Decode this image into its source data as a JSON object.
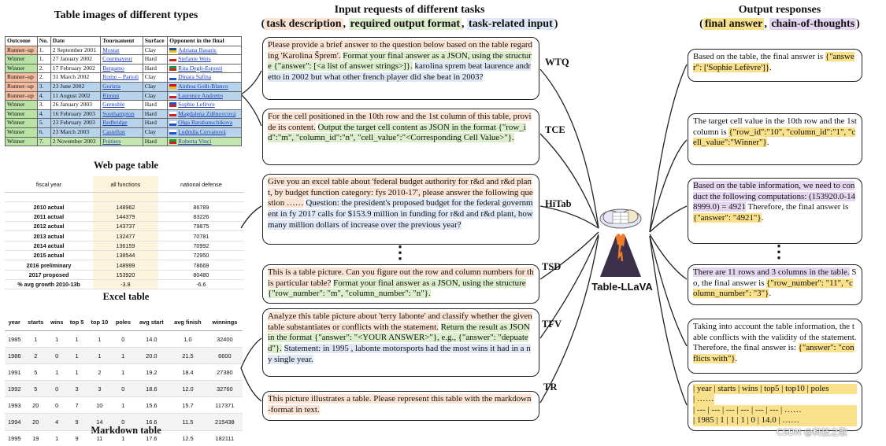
{
  "titles": {
    "left": "Table images of different types",
    "middle_line1": "Input requests of different tasks",
    "middle_line2_open": "(",
    "middle_task_desc": "task description",
    "middle_comma1": ", ",
    "middle_req_fmt": "required output format",
    "middle_comma2": ", ",
    "middle_task_input": "task-related input",
    "middle_close": ")",
    "right_line1": "Output responses",
    "right_open": "(",
    "right_final": "final answer",
    "right_comma": ", ",
    "right_cot": "chain-of-thoughts",
    "right_close": ")"
  },
  "captions": {
    "web": "Web page table",
    "excel": "Excel table",
    "markdown": "Markdown table"
  },
  "web_table": {
    "headers": [
      "Outcome",
      "No.",
      "Date",
      "Tournament",
      "Surface",
      "Opponent in the final"
    ],
    "rows": [
      [
        "Runner–up",
        "1.",
        "2 September 2001",
        "Mostar",
        "Clay",
        "Adriana Basaric"
      ],
      [
        "Winner",
        "1.",
        "27 January 2002",
        "Courmayeur",
        "Hard",
        "Stefanie Weis"
      ],
      [
        "Winner",
        "2.",
        "17 February 2002",
        "Bergamo",
        "Hard",
        "Rita Degli-Esposti"
      ],
      [
        "Runner–up",
        "2.",
        "31 March 2002",
        "Rome – Parioli",
        "Clay",
        "Dinara Safina"
      ],
      [
        "Runner–up",
        "3.",
        "23 June 2002",
        "Gorizia",
        "Clay",
        "Ainhoa Goñi-Blanco"
      ],
      [
        "Runner–up",
        "4.",
        "11 August 2002",
        "Rimini",
        "Clay",
        "Laurence Andretto"
      ],
      [
        "Winner",
        "3.",
        "26 January 2003",
        "Grenoble",
        "Hard",
        "Sophie Lefèvre"
      ],
      [
        "Winner",
        "4.",
        "16 February 2003",
        "Southampton",
        "Hard",
        "Magdalena Zděnovcová"
      ],
      [
        "Winner",
        "5.",
        "23 February 2003",
        "Redbridge",
        "Hard",
        "Olga Barabanschikova"
      ],
      [
        "Winner",
        "6.",
        "23 March 2003",
        "Castellon",
        "Clay",
        "Ludmila Cervanová"
      ],
      [
        "Winner",
        "7.",
        "2 November 2003",
        "Poitiers",
        "Hard",
        "Roberta Vinci"
      ]
    ]
  },
  "excel_table": {
    "headers": [
      "fiscal year",
      "all functions",
      "national defense"
    ],
    "rows": [
      [
        "",
        "",
        ""
      ],
      [
        "2010 actual",
        "148962",
        "86789"
      ],
      [
        "2011 actual",
        "144379",
        "83226"
      ],
      [
        "2012 actual",
        "143737",
        "79875"
      ],
      [
        "2013 actual",
        "132477",
        "70781"
      ],
      [
        "2014 actual",
        "136159",
        "70992"
      ],
      [
        "2015 actual",
        "138544",
        "72950"
      ],
      [
        "2016 preliminary",
        "148999",
        "78669"
      ],
      [
        "2017 proposed",
        "153920",
        "80480"
      ],
      [
        "% avg growth 2010-13b",
        "-3.8",
        "-6.6"
      ]
    ]
  },
  "markdown_table": {
    "headers": [
      "year",
      "starts",
      "wins",
      "top 5",
      "top 10",
      "poles",
      "avg start",
      "avg finish",
      "winnings"
    ],
    "rows": [
      [
        "1985",
        "1",
        "1",
        "1",
        "1",
        "0",
        "14.0",
        "1.0",
        "32400"
      ],
      [
        "1986",
        "2",
        "0",
        "1",
        "1",
        "1",
        "20.0",
        "21.5",
        "6600"
      ],
      [
        "1991",
        "5",
        "1",
        "1",
        "2",
        "1",
        "19.2",
        "18.4",
        "27380"
      ],
      [
        "1992",
        "5",
        "0",
        "3",
        "3",
        "0",
        "18.6",
        "12.0",
        "32760"
      ],
      [
        "1993",
        "20",
        "0",
        "7",
        "10",
        "1",
        "15.6",
        "15.7",
        "117371"
      ],
      [
        "1994",
        "20",
        "4",
        "9",
        "14",
        "0",
        "16.6",
        "11.5",
        "215438"
      ],
      [
        "1995",
        "19",
        "1",
        "9",
        "11",
        "1",
        "17.6",
        "12.5",
        "182111"
      ]
    ]
  },
  "requests": {
    "wtq": {
      "label": "WTQ",
      "desc": "Please provide a brief answer to the question below based on the table regarding 'Karolina Šprem'.",
      "fmt": "Format your final answer as a JSON, using the structure {\"answer\": [<a list of answer strings>]}.",
      "inp": "karolina sprem beat laurence andretto in 2002 but what other french player did she beat in 2003?"
    },
    "tce": {
      "label": "TCE",
      "desc": "For the cell positioned in the 10th row and the 1st column of this table, provide its content.",
      "fmt": "Output the target cell content as JSON in the format {\"row_id\":\"m\", \"column_id\":\"n\", \"cell_value\":\"<Corresponding Cell Value>\"}."
    },
    "hitab": {
      "label": "HiTab",
      "desc": "Give you an excel table about 'federal budget authority for r&d and r&d plant, by budget function category: fys 2010-17', please answer the following question ……",
      "inp": "Question: the president's proposed budget for the federal government in fy 2017 calls for $153.9 million in funding for r&d and r&d plant, how many million dollars of increase over the previous year?"
    },
    "tsd": {
      "label": "TSD",
      "desc": "This is a table picture. Can you figure out the row and column numbers for this particular table?",
      "fmt": "Format your final answer as a JSON, using the structure {\"row_number\": \"m\", \"column_number\": \"n\"}."
    },
    "tfv": {
      "label": "TFV",
      "desc": "Analyze this table picture about 'terry labonte' and classify whether the given table substantiates or conflicts with the statement.",
      "fmt": "Return the result as JSON in the format {\"answer\": \"<YOUR ANSWER>\"}, e.g., {\"answer\": \"depuated\"}.",
      "inp": "Statement: in 1995 , labonte motorsports had the most wins it had in a ny single year."
    },
    "tr": {
      "label": "TR",
      "desc": "This picture illustrates a table. Please represent this table with the markdown-format in text."
    }
  },
  "responses": {
    "r1": {
      "pre": "Based on the table, the final answer is ",
      "ans": "{\"answer\": ['Sophie Lefèvre']}",
      "post": "."
    },
    "r2": {
      "pre": "The target cell value in the 10th row and the 1st column is ",
      "ans": "{\"row_id\":\"10\", \"column_id\":\"1\", \"cell_value\":\"Winner\"}",
      "post": "."
    },
    "r3": {
      "cot": "Based on the table information, we need to conduct the following computations: (153920.0-148999.0) = 4921",
      "pre": "Therefore, the final answer is ",
      "ans": "{\"answer\": \"4921\"}",
      "post": "."
    },
    "r4": {
      "cot": "There are 11 rows and 3 columns in the table.",
      "pre": " So, the final answer is ",
      "ans": "{\"row_number\": \"11\", \"column_number\": \"3\"}",
      "post": "."
    },
    "r5": {
      "pre": "Taking into account the table information, the table conflicts with the validity of the statement. Therefore, the final answer is: ",
      "ans": "{\"answer\": \"conflicts with\"}",
      "post": "."
    },
    "r6": {
      "l1": "| year | starts | wins | top5 | top10 | poles",
      "l2": "| ……",
      "l3": "| --- | --- | --- | --- | --- | --- | ……",
      "l4": "| 1985 | 1 | 1 | 1 | 0 | 14.0 | ……"
    }
  },
  "model": {
    "name": "Table-LLaVA"
  },
  "watermark": "CSDN @科技之歌",
  "vdots": "⋮",
  "colors": {
    "desc": "#fae3d3",
    "fmt": "#ddeecd",
    "inp": "#dfe8f4",
    "ans": "#f9e08a",
    "cot": "#e4d6ef",
    "runner": "#f4bc9e",
    "winner": "#b9e3a4",
    "blue": "#b7d4ec"
  }
}
